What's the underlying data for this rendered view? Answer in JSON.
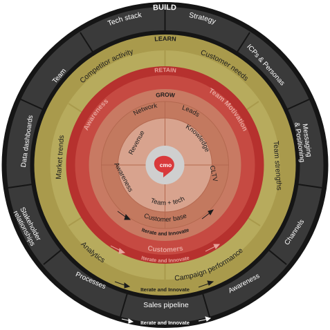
{
  "colors": {
    "build": "#151515",
    "build_segment": "#3a3a3a",
    "learn": "#a99a4c",
    "learn_band": "#b7ab5d",
    "retain": "#b6312e",
    "retain_band": "#c64a42",
    "grow": "#c87a63",
    "core_ring": "#d8a38e",
    "center": "#cfcfcf",
    "logo": "#d9393b"
  },
  "rings": {
    "build": {
      "title": "BUILD",
      "iterate": "Iterate and Innovate",
      "segments": [
        "Tech stack",
        "Strategy",
        "ICPs & Personas",
        "Messaging & Positioning",
        "Channels",
        "Awareness",
        "Sales pipeline",
        "Processes",
        "Stakeholder relationships",
        "Data dashboards",
        "Team"
      ]
    },
    "learn": {
      "title": "LEARN",
      "iterate": "Iterate and Innovate",
      "segments": [
        "Competitor activity",
        "Customer needs",
        "Team strengths",
        "Campaign performance",
        "Analytics",
        "Market trends"
      ]
    },
    "retain": {
      "title": "RETAIN",
      "iterate": "Iterate and Innovate",
      "segments": [
        "Awareness",
        "Team Motivation",
        "Customers"
      ]
    },
    "grow": {
      "title": "GROW",
      "iterate": "Iterate and Innovate",
      "segments": [
        "Network",
        "Leads",
        "Knowledge",
        "CLTV",
        "Team + tech",
        "Awareness",
        "Revenue",
        "Customer base"
      ]
    }
  },
  "logo": {
    "text": "cmo"
  }
}
